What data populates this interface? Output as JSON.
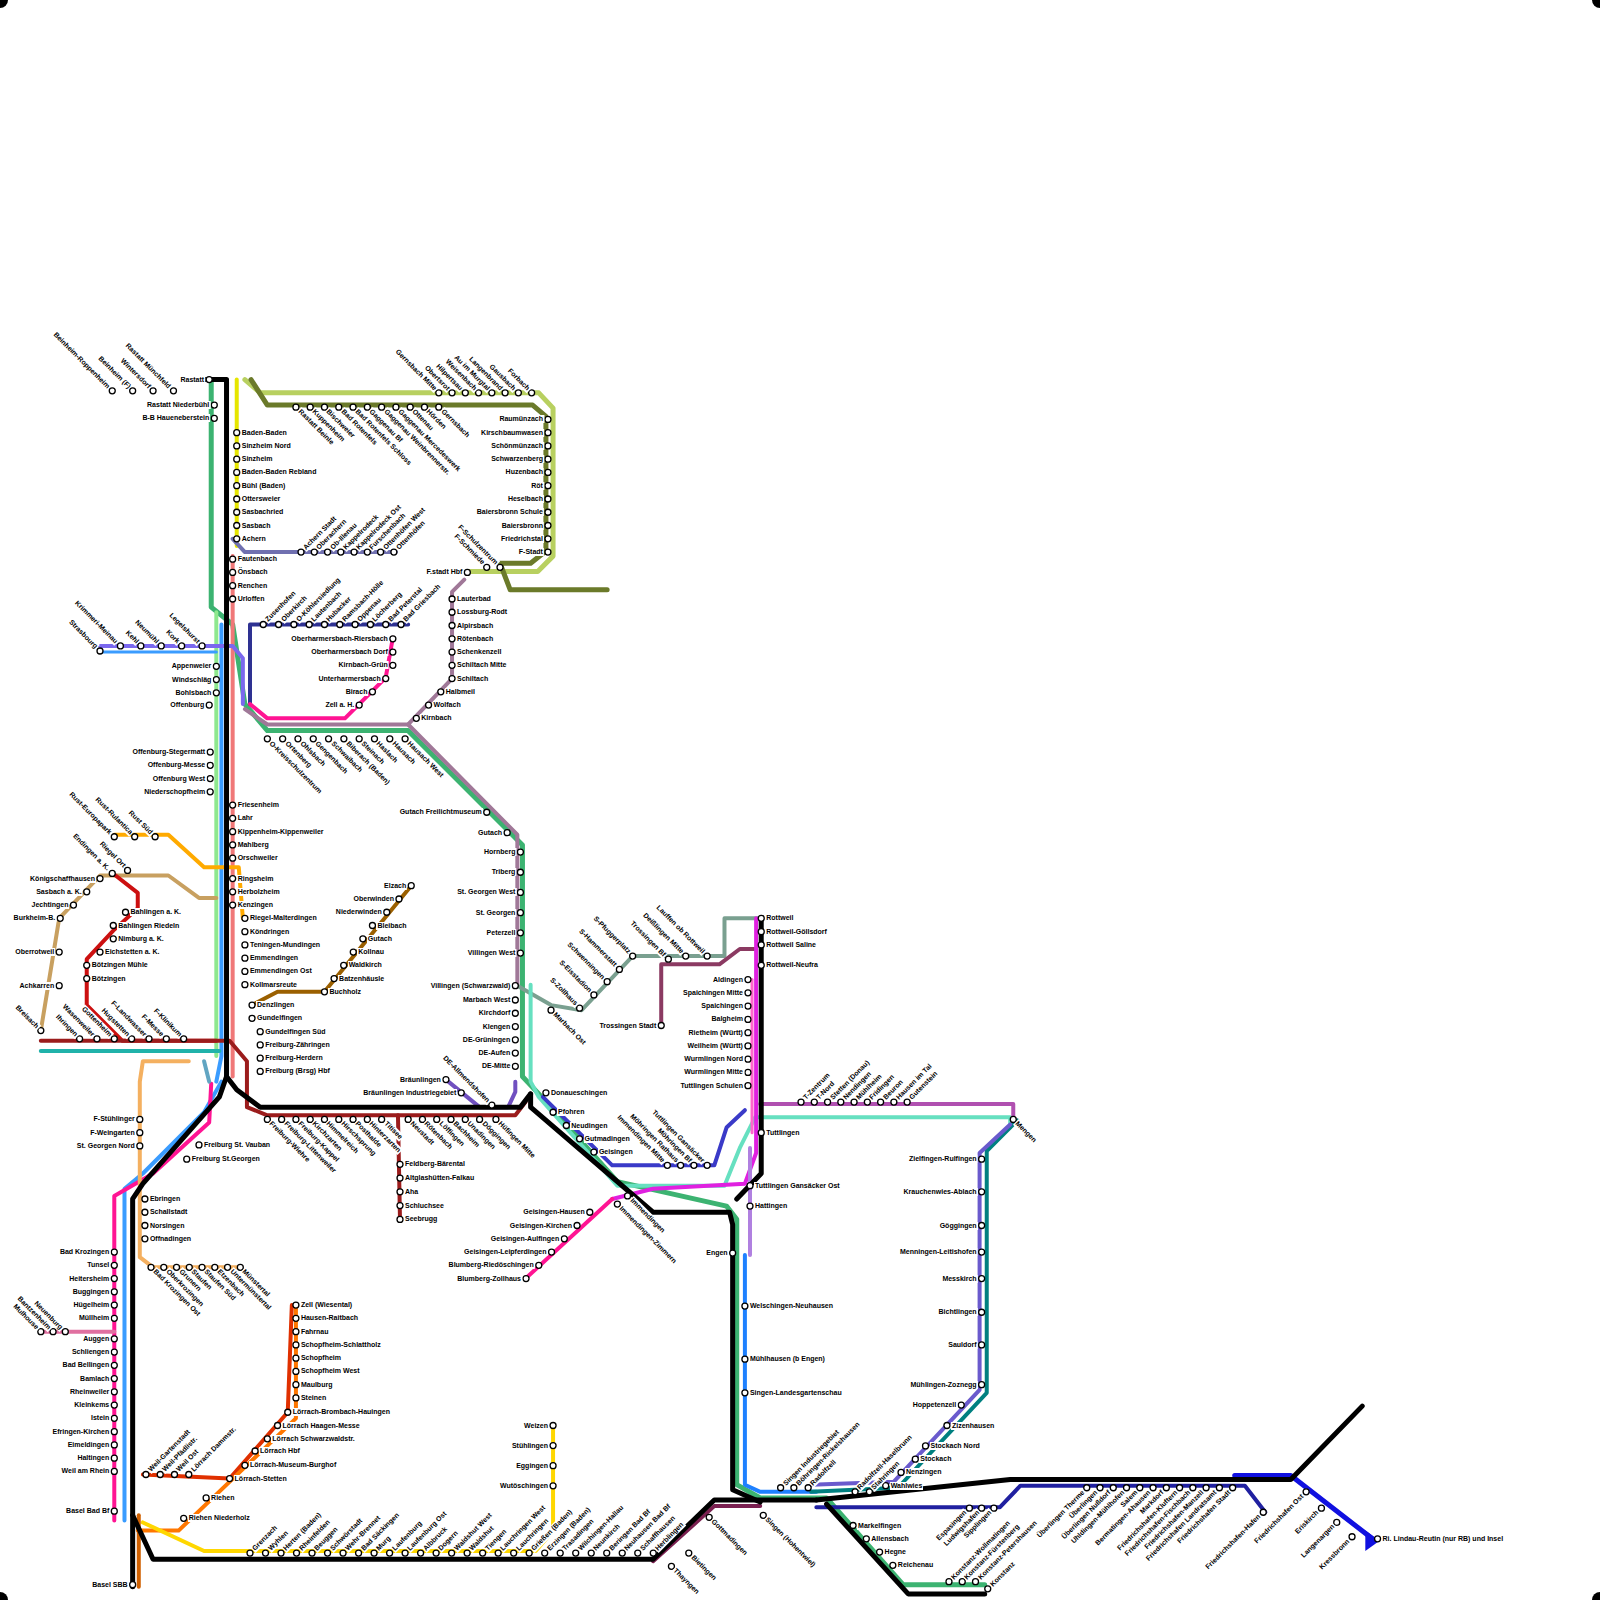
{
  "diagram": {
    "labels": [
      "Beinheim-Roppenheim",
      "Beinheim (F)",
      "Wintersdorf",
      "Rastatt Münchfeld",
      "Rastatt",
      "Rastatt Niederbühl",
      "B-B Haueneberstein",
      "Baden-Baden",
      "Sinzheim Nord",
      "Sinzheim",
      "Baden-Baden Rebland",
      "Bühl (Baden)",
      "Ottersweier",
      "Sasbachried",
      "Sasbach",
      "Achern",
      "Fautenbach",
      "Önsbach",
      "Renchen",
      "Urloffen",
      "Rastatt Beinle",
      "Kuppenheim",
      "Bischweier",
      "Bad Rotenfels",
      "Bad Rotenfels Schloss",
      "Gaggenau Bf",
      "Gaggenau Weinbrennerstr.",
      "Gaggenau Mercedeswerk",
      "Ottenau",
      "Hörden",
      "Gernsbach",
      "Gernsbach Mitte",
      "Obertsrot",
      "Hilpertsau",
      "Weisenbach",
      "Au im Murgtal",
      "Langenbrand",
      "Gausbach",
      "Forbach",
      "Raumünzach",
      "Kirschbaumwasen",
      "Schönmünzach",
      "Schwarzenberg",
      "Huzenbach",
      "Röt",
      "Heselbach",
      "Baiersbronn Schule",
      "Baiersbronn",
      "Friedrichstal",
      "F-Stadt",
      "F-Schulzentrum",
      "F-Schmiede",
      "F.stadt Hbf",
      "Achern Stadt",
      "Oberachern",
      "Ob-Illenau",
      "Kappelrodeck",
      "Kappelrodeck Ost",
      "Furschenbach",
      "Ottenhöfen West",
      "Ottenhöfen",
      "Zusenhofen",
      "Oberkirch",
      "O-Köhlersiedlung",
      "Lautenbach",
      "Hubacker",
      "Ramsbach-Hölle",
      "Oppenau",
      "Löcherberg",
      "Bad Peterstal",
      "Bad Griesbach",
      "Oberharmersbach-Riersbach",
      "Oberharmersbach Dorf",
      "Kirnbach-Grün",
      "Unterharmersbach",
      "Birach",
      "Zell a. H.",
      "Krimmeri-Meinau",
      "Strasbourg",
      "Kehl",
      "Neumühl",
      "Kork",
      "Legelshurst",
      "Appenweier",
      "Windschläg",
      "Bohlsbach",
      "Offenburg",
      "O-Kreisschulzentrum",
      "Ortenberg",
      "Ohlsbach",
      "Gengenbach",
      "Schwaibach",
      "Biberach (Baden)",
      "Steinach",
      "Haslach",
      "Hausach",
      "Hausach West",
      "Lauterbad",
      "Lossburg-Rodt",
      "Alpirsbach",
      "Rötenbach",
      "Schenkenzell",
      "Schiltach Mitte",
      "Schiltach",
      "Halbmeil",
      "Wolfach",
      "Kirnbach",
      "Gutach Freilichtmuseum",
      "Gutach",
      "Hornberg",
      "Triberg",
      "St. Georgen West",
      "St. Georgen",
      "Peterzell",
      "Villingen West",
      "Villingen (Schwarzwald)",
      "Marbach West",
      "Kirchdorf",
      "Klengen",
      "DE-Grüningen",
      "DE-Aufen",
      "DE-Mitte",
      "Donaueschingen",
      "Bräunlingen",
      "Bräunlingen Industriegebiet",
      "DE-Allmendshofen",
      "Marbach Ost",
      "S-Zollhaus",
      "S-Eisstadion",
      "Schwenningen",
      "S-Hammerstatt",
      "S-Pfuggerplatz",
      "Trossingen Bf",
      "Deißlingen Mitte",
      "Lauffen ob Rottweil",
      "Trossingen Stadt",
      "Rottweil",
      "Rottweil-Göllsdorf",
      "Rottweil Saline",
      "Rottweil-Neufra",
      "Aldingen",
      "Spaichingen Mitte",
      "Spaichingen",
      "Balgheim",
      "Rietheim (Württ)",
      "Weilheim (Württ)",
      "Wurmlingen Nord",
      "Wurmlingen Mitte",
      "Tuttlingen Schulen",
      "Tuttlingen",
      "Tuttlingen Gansäcker Ost",
      "Hattingen",
      "Engen",
      "Welschingen-Neuhausen",
      "Mühlhausen (b Engen)",
      "Singen-Landesgartenschau",
      "T-Zentrum",
      "T-Nord",
      "Stetten (Donau)",
      "Nendingen",
      "Mühlheim",
      "Fridingen",
      "Beuron",
      "Hausen im Tal",
      "Gutenstein",
      "Mengen",
      "Zielfingen-Rulfingen",
      "Krauchenwies-Ablach",
      "Göggingen",
      "Menningen-Leitishofen",
      "Messkirch",
      "Bichtlingen",
      "Sauldorf",
      "Mühlingen-Zoznegg",
      "Hoppetenzell",
      "Zizenhausen",
      "Stockach Nord",
      "Stockach",
      "Nenzingen",
      "Wahlwies",
      "Radolfzell-Haselbrunn",
      "Stahringen",
      "Pfohren",
      "Neudingen",
      "Gutmadingen",
      "Geisingen",
      "Tuttlingen Gansäcker",
      "Möhringen Bf",
      "Möhringen Rathaus",
      "Immendingen Mitte",
      "Immendingen",
      "Immendingen-Zimmern",
      "Geisingen-Hausen",
      "Geisingen-Kirchen",
      "Geisingen-Aulfingen",
      "Geisingen-Leipferdingen",
      "Blumberg-Riedöschingen",
      "Blumberg-Zollhaus",
      "Freiburg-Wiehre",
      "Freiburg-Littenweiler",
      "Freiburg-Kappel",
      "Kirchzarten",
      "Himmelreich",
      "Hirschsprung",
      "Posthalde",
      "Hinterzarten",
      "Titisee",
      "Neustadt",
      "Rötenbach",
      "Löffingen",
      "Bachheim",
      "Unadingen",
      "Döggingen",
      "Hüfingen Mitte",
      "Feldberg-Bärental",
      "Altglashütten-Falkau",
      "Aha",
      "Schluchsee",
      "Seebrugg",
      "Gundelfingen Süd",
      "Freiburg-Zähringen",
      "Freiburg-Herdern",
      "Freiburg (Brsg) Hbf",
      "Offenburg-Stegermatt",
      "Offenburg-Messe",
      "Offenburg West",
      "Niederschopfheim",
      "Friesenheim",
      "Lahr",
      "Kippenheim-Kippenweiler",
      "Mahlberg",
      "Orschweiler",
      "Ringsheim",
      "Herbolzheim",
      "Kenzingen",
      "Riegel-Malterdingen",
      "Köndringen",
      "Teningen-Mundingen",
      "Emmendingen",
      "Emmendingen Ost",
      "Kollmarsreute",
      "Denzlingen",
      "Gundelfingen",
      "Elzach",
      "Oberwinden",
      "Niederwinden",
      "Bleibach",
      "Gutach",
      "Kollnau",
      "Waldkirch",
      "Batzenhäusle",
      "Buchholz",
      "Rust-Europapark",
      "Rust-Rulantica",
      "Rust Süd",
      "Endingen a. K.",
      "Riegel Ort",
      "Königschaffhausen",
      "Sasbach a. K.",
      "Jechtingen",
      "Burkheim-B.",
      "Oberrotweil",
      "Achkarren",
      "Breisach",
      "Bahlingen a. K.",
      "Bahlingen Riedeln",
      "Nimburg a. K.",
      "Eichstetten a. K.",
      "Bötzingen Mühle",
      "Bötzingen",
      "Ihringen",
      "Wasenweiler",
      "Gottenheim",
      "Hugstetten",
      "F-Landwasser",
      "F-Messe",
      "F-Klinikum",
      "F-Stühlinger",
      "F-Weingarten",
      "St. Georgen Nord",
      "Freiburg St. Vauban",
      "Freiburg St.Georgen",
      "Ebringen",
      "Schallstadt",
      "Norsingen",
      "Offnadingen",
      "Bad Krozingen Ost",
      "Oberkrozingen",
      "Grunern",
      "Staufen",
      "Staufen Süd",
      "Etzenbach",
      "Untermünstertal",
      "Münstertal",
      "Bad Krozingen",
      "Tunsel",
      "Heitersheim",
      "Buggingen",
      "Hügelheim",
      "Müllheim",
      "Auggen",
      "Schliengen",
      "Bad Bellingen",
      "Bamlach",
      "Rheinweiler",
      "Kleinkems",
      "Istein",
      "Efringen-Kirchen",
      "Eimeldingen",
      "Haltingen",
      "Weil am Rhein",
      "Basel Bad Bf",
      "Basel SBB",
      "Mulhouse",
      "Bantzenheim",
      "Neuenburg",
      "Zell (Wiesental)",
      "Hausen-Raitbach",
      "Fahrnau",
      "Schopfheim-Schlattholz",
      "Schopfheim",
      "Schopfheim West",
      "Maulburg",
      "Steinen",
      "Lörrach-Brombach-Hauingen",
      "Lörrach Haagen-Messe",
      "Lörrach Schwarzwaldstr.",
      "Lörrach Hbf",
      "Lörrach-Museum-Burghof",
      "Lörrach-Stetten",
      "Riehen",
      "Riehen Niederholz",
      "Weil-Gartenstadt",
      "Weil-Pfädlistr.",
      "Weil Ost",
      "Lörrach Dammstr.",
      "Grenzach",
      "Wyhlen",
      "Herten (Baden)",
      "Rheinfelden",
      "Beuggen",
      "Schwörstadt",
      "Wehr-Brennet",
      "Bad Säckingen",
      "Murg",
      "Laufenburg",
      "Laufenburg Ost",
      "Albbruck",
      "Dogern",
      "Waldshut West",
      "Waldshut",
      "Tiengen",
      "Lauchringen West",
      "Lauchringen",
      "Grießen (Baden)",
      "Erzingen (Baden)",
      "Trasadingen",
      "Wilchingen-Hallau",
      "Neunkirch",
      "Beringen Bad Bf",
      "Neuhausen Bad Bf",
      "Schaffhausen",
      "Herblingen",
      "Thayngen",
      "Bietingen",
      "Gottmadingen",
      "Weizen",
      "Stühlingen",
      "Eggingen",
      "Wutöschingen",
      "Singen (Hohentwiel)",
      "Singen Industriegebiet",
      "Böhringen-Rickelshausen",
      "Radolfzell",
      "Markelfingen",
      "Allensbach",
      "Hegne",
      "Reichenau",
      "Espasingen",
      "Ludwigshafen",
      "Sipplingen",
      "Konstanz-Wollmatingen",
      "Konstanz-Fürstenberg",
      "Konstanz-Petershausen",
      "Konstanz",
      "Überlingen Therme",
      "Überlingen",
      "Überlingen Nußdorf",
      "Uhldingen-Mühlhofen",
      "Salem",
      "Bermatingen-Ahausen",
      "Markdorf",
      "Friedrichshafen-Kluftern",
      "Friedrichshafen-Fischbach",
      "Friedrichshafen-Manzell",
      "Friedrichshafen Landratsamt",
      "Friedrichshafen Stadt",
      "Friedrichshafen-Hafen",
      "Friedrichshafen Ost",
      "Eriskirch",
      "Langenargen",
      "Kressbronn",
      "Ri. Lindau-Reutin (nur RB) und Insel"
    ]
  }
}
